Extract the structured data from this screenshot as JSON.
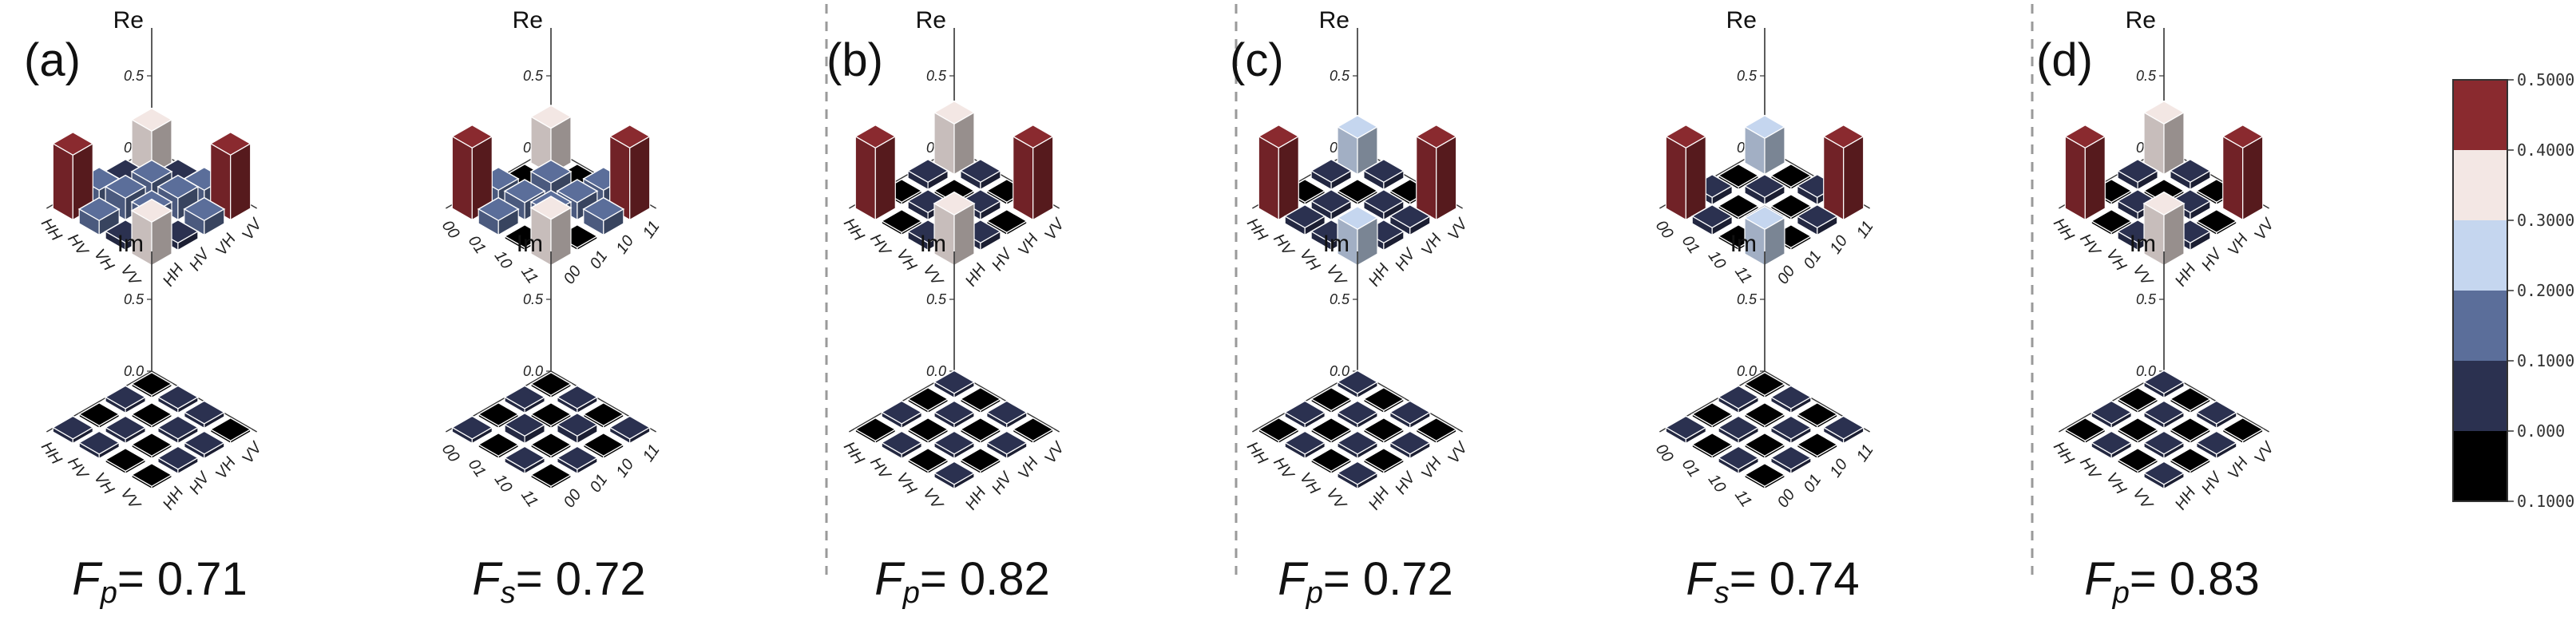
{
  "colors": {
    "scale": [
      "#000000",
      "#2b3150",
      "#5b6e9a",
      "#c5d6ef",
      "#f3e7e4",
      "#8a2a2f"
    ],
    "divider": "#9a9a9a",
    "axis": "#333333"
  },
  "colorbar": {
    "ticks": [
      "0.5000",
      "0.4000",
      "0.3000",
      "0.2000",
      "0.1000",
      "0.000",
      "0.1000"
    ]
  },
  "axis_names": {
    "re": "Re",
    "im": "Im"
  },
  "z_ticks": [
    "0.5",
    "0.0"
  ],
  "basis_labels": {
    "pol": [
      "VV",
      "VH",
      "HV",
      "HH"
    ],
    "bin": [
      "11",
      "10",
      "01",
      "00"
    ]
  },
  "panels": [
    {
      "id": "a1",
      "label": "(a)",
      "fid_sym": "F",
      "fid_sub": "p",
      "fid_val": "= 0.71",
      "basis": "pol",
      "re": [
        [
          0.3,
          0.05,
          0.1,
          0.45
        ],
        [
          0.05,
          0.15,
          0.15,
          0.1
        ],
        [
          0.1,
          0.15,
          0.15,
          0.05
        ],
        [
          0.45,
          0.1,
          0.05,
          0.3
        ]
      ],
      "im": [
        [
          0.0,
          0.03,
          0.03,
          0.0
        ],
        [
          0.03,
          0.0,
          0.03,
          0.03
        ],
        [
          0.0,
          0.03,
          0.0,
          0.03
        ],
        [
          0.03,
          0.03,
          0.0,
          0.0
        ]
      ]
    },
    {
      "id": "a2",
      "label": "",
      "fid_sym": "F",
      "fid_sub": "s",
      "fid_val": "= 0.72",
      "basis": "bin",
      "re": [
        [
          0.32,
          0.0,
          0.1,
          0.5
        ],
        [
          0.0,
          0.15,
          0.12,
          0.1
        ],
        [
          0.1,
          0.12,
          0.15,
          0.0
        ],
        [
          0.5,
          0.1,
          0.0,
          0.32
        ]
      ],
      "im": [
        [
          0.0,
          0.03,
          0.0,
          0.03
        ],
        [
          0.03,
          0.0,
          0.05,
          0.0
        ],
        [
          0.0,
          0.05,
          0.0,
          0.03
        ],
        [
          0.03,
          0.0,
          0.03,
          0.0
        ]
      ]
    },
    {
      "id": "b",
      "label": "(b)",
      "fid_sym": "F",
      "fid_sub": "p",
      "fid_val": "= 0.82",
      "basis": "pol",
      "re": [
        [
          0.35,
          0.05,
          0.0,
          0.5
        ],
        [
          0.05,
          0.0,
          0.05,
          0.0
        ],
        [
          0.0,
          0.05,
          0.0,
          0.05
        ],
        [
          0.5,
          0.0,
          0.05,
          0.35
        ]
      ],
      "im": [
        [
          0.03,
          0.0,
          0.03,
          0.0
        ],
        [
          0.0,
          0.03,
          0.0,
          0.03
        ],
        [
          0.03,
          0.0,
          0.03,
          0.0
        ],
        [
          0.0,
          0.03,
          0.0,
          0.03
        ]
      ]
    },
    {
      "id": "c1",
      "label": "(c)",
      "fid_sym": "F",
      "fid_sub": "p",
      "fid_val": "= 0.72",
      "basis": "pol",
      "re": [
        [
          0.25,
          0.05,
          0.0,
          0.5
        ],
        [
          0.05,
          0.0,
          0.05,
          0.05
        ],
        [
          0.0,
          0.05,
          0.0,
          0.05
        ],
        [
          0.5,
          0.05,
          0.05,
          0.25
        ]
      ],
      "im": [
        [
          0.03,
          0.0,
          0.03,
          0.0
        ],
        [
          0.0,
          0.03,
          0.0,
          0.03
        ],
        [
          0.03,
          0.0,
          0.03,
          0.0
        ],
        [
          0.0,
          0.03,
          0.0,
          0.03
        ]
      ]
    },
    {
      "id": "c2",
      "label": "",
      "fid_sym": "F",
      "fid_sub": "s",
      "fid_val": "= 0.74",
      "basis": "bin",
      "re": [
        [
          0.25,
          0.0,
          0.05,
          0.5
        ],
        [
          0.0,
          0.05,
          0.0,
          0.05
        ],
        [
          0.05,
          0.0,
          0.05,
          0.0
        ],
        [
          0.5,
          0.05,
          0.0,
          0.25
        ]
      ],
      "im": [
        [
          0.0,
          0.03,
          0.0,
          0.03
        ],
        [
          0.03,
          0.0,
          0.03,
          0.0
        ],
        [
          0.0,
          0.03,
          0.0,
          0.03
        ],
        [
          0.03,
          0.0,
          0.03,
          0.0
        ]
      ]
    },
    {
      "id": "d",
      "label": "(d)",
      "fid_sym": "F",
      "fid_sub": "p",
      "fid_val": "= 0.83",
      "basis": "pol",
      "re": [
        [
          0.35,
          0.05,
          0.0,
          0.5
        ],
        [
          0.05,
          0.0,
          0.05,
          0.0
        ],
        [
          0.0,
          0.05,
          0.0,
          0.05
        ],
        [
          0.5,
          0.0,
          0.05,
          0.35
        ]
      ],
      "im": [
        [
          0.03,
          0.0,
          0.03,
          0.0
        ],
        [
          0.0,
          0.03,
          0.0,
          0.03
        ],
        [
          0.03,
          0.0,
          0.03,
          0.0
        ],
        [
          0.0,
          0.03,
          0.0,
          0.03
        ]
      ]
    }
  ]
}
